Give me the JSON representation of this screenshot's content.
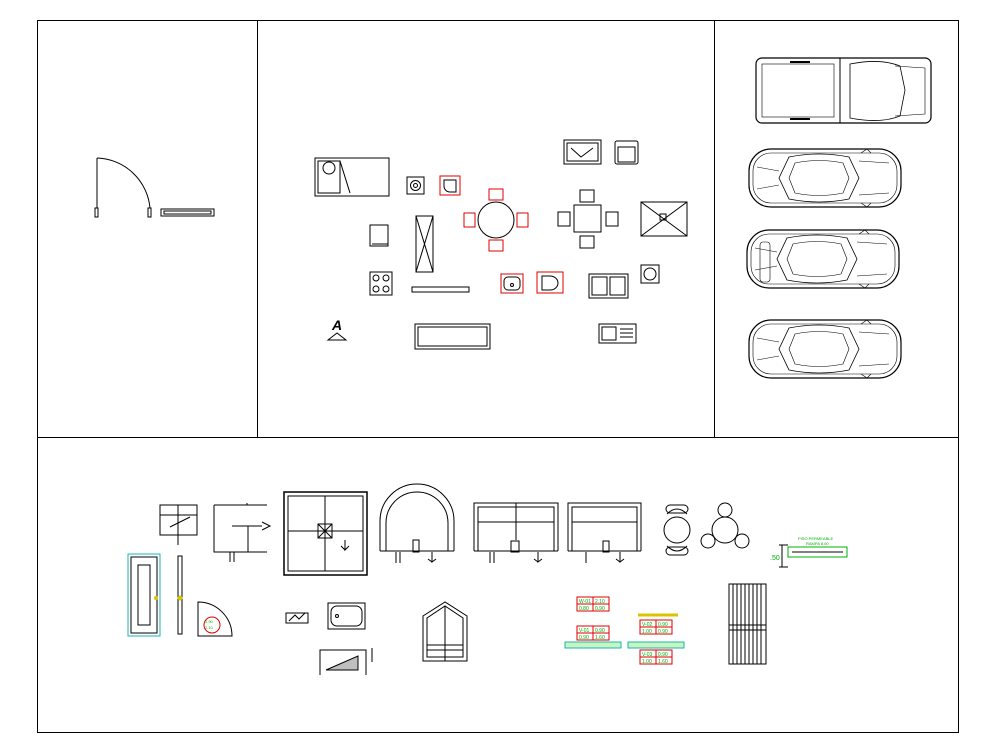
{
  "sheet": {
    "panels": [
      "doors",
      "furniture",
      "vehicles",
      "architectural-symbols"
    ]
  },
  "colors": {
    "background": "#ffffff",
    "line": "#000000",
    "accent_red": "#e00000",
    "accent_green": "#00b000",
    "accent_cyan": "#19b5b5",
    "accent_yellow": "#d8c400",
    "light_green_fill": "#c6f5c2"
  },
  "labels": {
    "north_letter": "A",
    "dimension_value": ".50",
    "ramp_title": "PISO PERMEABLE",
    "ramp_subtitle": "RAMPA 8.00",
    "door_tag": "0.90",
    "door_tag_2": "2.10",
    "window_tags": [
      {
        "id": "W-01",
        "a": "2.10",
        "b": "0.80",
        "c": "0.90"
      },
      {
        "id": "V-01",
        "a": "0.90",
        "b": "0.90",
        "c": "1.60"
      },
      {
        "id": "V-02",
        "a": "0.90",
        "b": "1.00",
        "c": "0.90"
      },
      {
        "id": "V-03",
        "a": "0.90",
        "b": "1.00",
        "c": "1.60"
      }
    ]
  },
  "icons": [
    "door-swing-icon",
    "sliding-door-icon",
    "bed-icon",
    "stove-icon",
    "toilet-icon",
    "round-table-icon",
    "square-table-icon",
    "sink-icon",
    "car-icon",
    "pickup-icon"
  ]
}
